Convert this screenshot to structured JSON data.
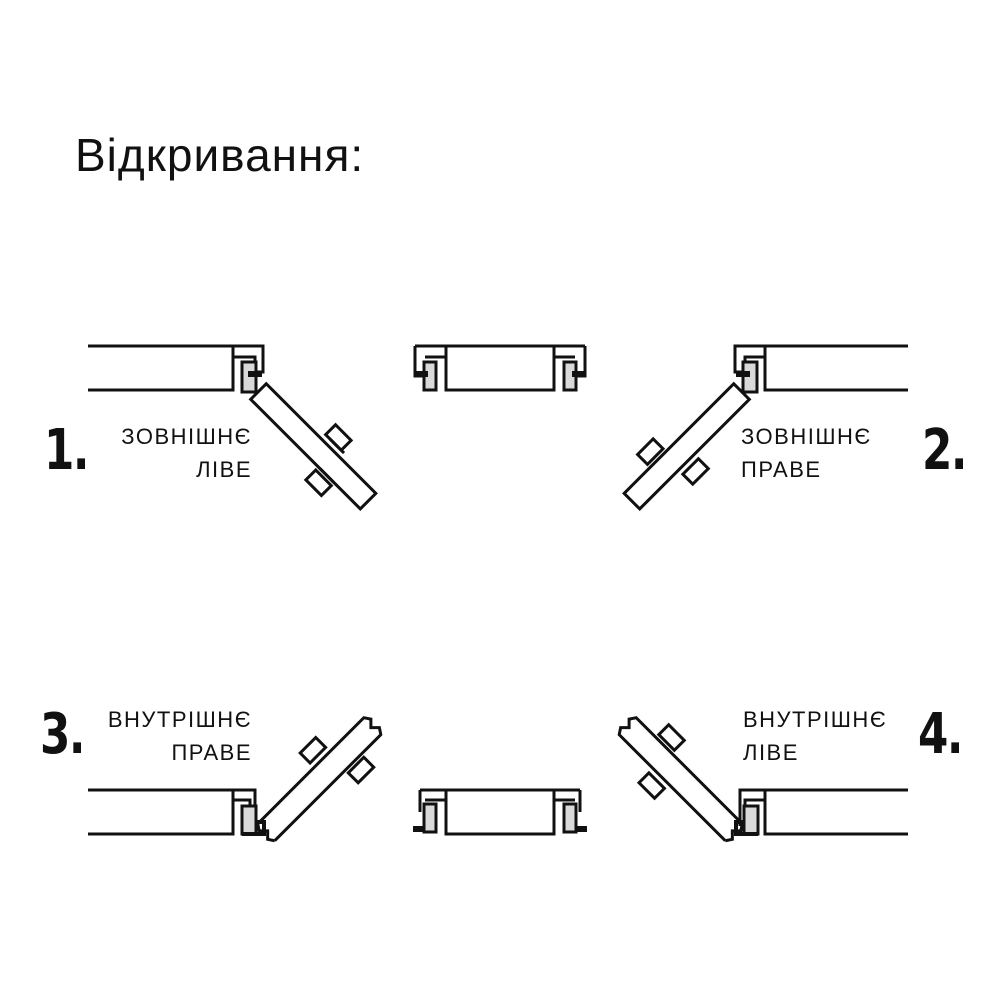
{
  "title": "Відкривання:",
  "options": [
    {
      "number": "1.",
      "line1": "ЗОВНІШНЄ",
      "line2": "ЛІВЕ",
      "direction": "outward-left"
    },
    {
      "number": "2.",
      "line1": "ЗОВНІШНЄ",
      "line2": "ПРАВЕ",
      "direction": "outward-right"
    },
    {
      "number": "3.",
      "line1": "ВНУТРІШНЄ",
      "line2": "ПРАВЕ",
      "direction": "inward-right"
    },
    {
      "number": "4.",
      "line1": "ВНУТРІШНЄ",
      "line2": "ЛІВЕ",
      "direction": "inward-left"
    }
  ],
  "colors": {
    "stroke": "#111111",
    "seal_fill": "#d9d9d9",
    "background": "#ffffff"
  }
}
